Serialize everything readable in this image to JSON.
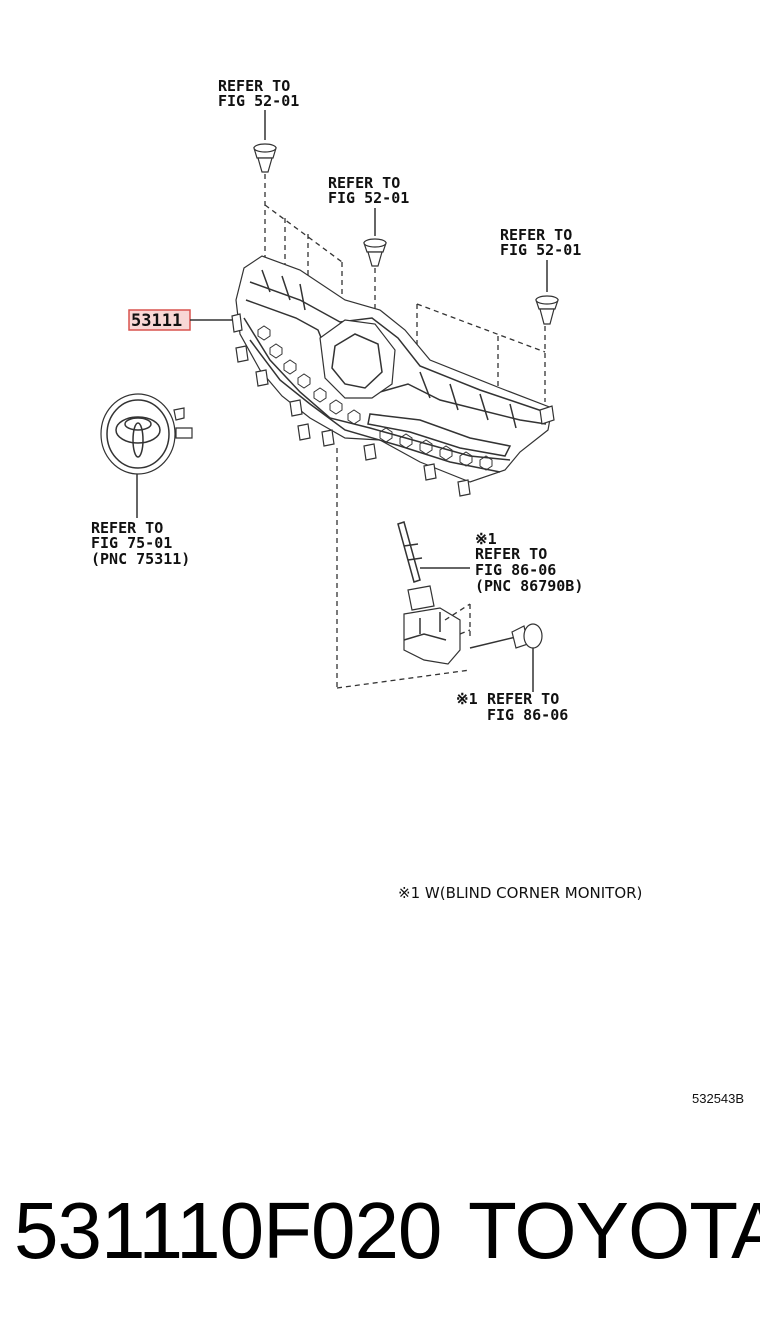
{
  "labels": {
    "ref_top_1": [
      "REFER TO",
      "FIG 52-01"
    ],
    "ref_top_2": [
      "REFER TO",
      "FIG 52-01"
    ],
    "ref_top_3": [
      "REFER TO",
      "FIG 52-01"
    ],
    "part_callout": "53111",
    "ref_emblem": [
      "REFER TO",
      "FIG 75-01",
      "(PNC 75311)"
    ],
    "ref_sensor": [
      "※1",
      "REFER TO",
      "FIG 86-06",
      "(PNC 86790B)"
    ],
    "ref_screw_mark": "※1",
    "ref_screw": [
      "REFER TO",
      "FIG 86-06"
    ],
    "footnote": "※1 W(BLIND CORNER MONITOR)",
    "illustration_code": "532543B"
  },
  "footer": {
    "part_number": "531110F020",
    "brand": "TOYOTA"
  },
  "colors": {
    "highlight_box": "#d9534f",
    "highlight_fill": "#f8d7d5",
    "line": "#333333"
  }
}
